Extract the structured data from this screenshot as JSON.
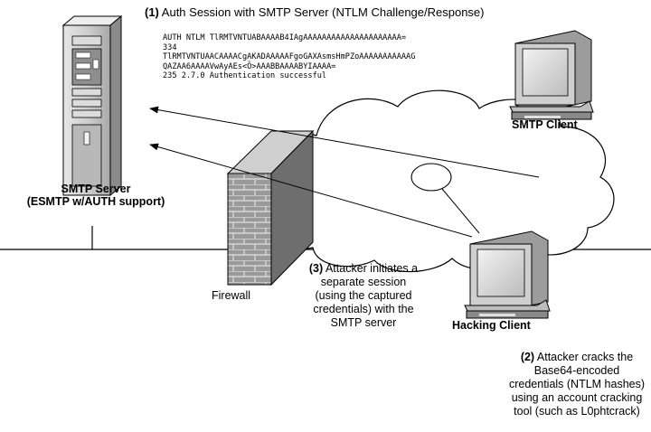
{
  "title": {
    "step": "(1)",
    "text": "Auth Session with SMTP Server (NTLM Challenge/Response)"
  },
  "session_lines": [
    "AUTH NTLM TlRMTVNTUABAAAAB4IAgAAAAAAAAAAAAAAAAAAAAA=",
    "334",
    "TlRMTVNTUAACAAAACgAKADAAAAAFgoGAXAsmsHmPZoAAAAAAAAAAAG",
    "QAZAA6AAAAVwAyAEs<Ô>AAABBAAAABYIAAAA=",
    "235 2.7.0 Authentication successful"
  ],
  "smtp_server": {
    "line1": "SMTP Server",
    "line2": "(ESMTP w/AUTH support)"
  },
  "smtp_client": {
    "label": "SMTP Client"
  },
  "hacking_client": {
    "label": "Hacking Client"
  },
  "firewall": {
    "label": "Firewall"
  },
  "step3": {
    "step": "(3)",
    "lines": [
      "Attacker initiates a",
      "separate session",
      "(using the captured",
      "credentials) with the",
      "SMTP server"
    ]
  },
  "step2": {
    "step": "(2)",
    "lines": [
      "Attacker cracks the",
      "Base64-encoded",
      "credentials (NTLM hashes)",
      "using an account cracking",
      "tool (such as L0phtcrack)"
    ]
  },
  "colors": {
    "line": "#000000",
    "cloud_fill": "#ffffff",
    "brick": "#8c8c8c",
    "brick_light": "#c8c8c8",
    "server_grey": "#b4b4b4"
  }
}
